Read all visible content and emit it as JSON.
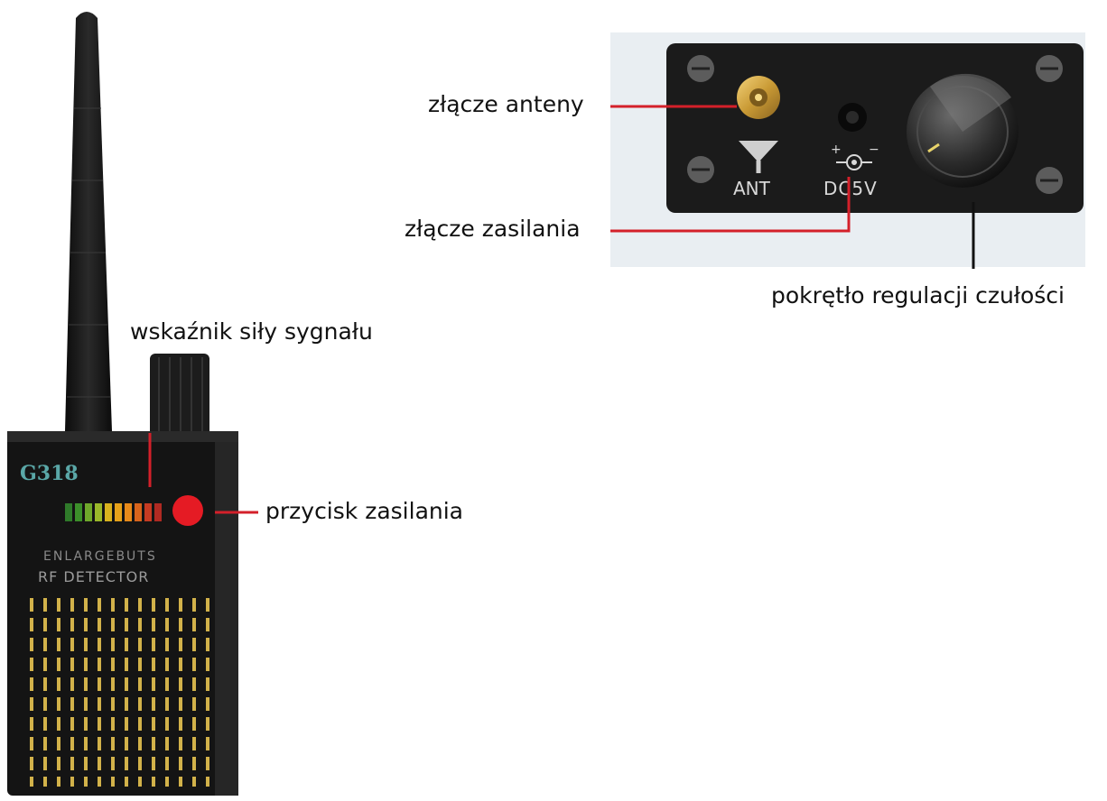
{
  "device": {
    "model": "G318",
    "brand": "ENLARGEBUTS",
    "product": "RF DETECTOR"
  },
  "panel": {
    "ant_label": "ANT",
    "dc_label": "DC5V"
  },
  "callouts": {
    "antenna_connector": "złącze anteny",
    "power_connector": "złącze zasilania",
    "sensitivity_knob": "pokrętło regulacji czułości",
    "signal_indicator": "wskaźnik siły sygnału",
    "power_button": "przycisk zasilania"
  },
  "colors": {
    "callout_line": "#d4202a",
    "device_body": "#141414",
    "panel_bg": "#e9eef2",
    "power_button": "#e51b24"
  },
  "led_bar": {
    "colors": [
      "#2f7a2a",
      "#3c8f2a",
      "#6fa82b",
      "#9ab82a",
      "#d9b21e",
      "#e7a21a",
      "#e88a1a",
      "#d8641c",
      "#c63b22",
      "#b02a22"
    ]
  }
}
